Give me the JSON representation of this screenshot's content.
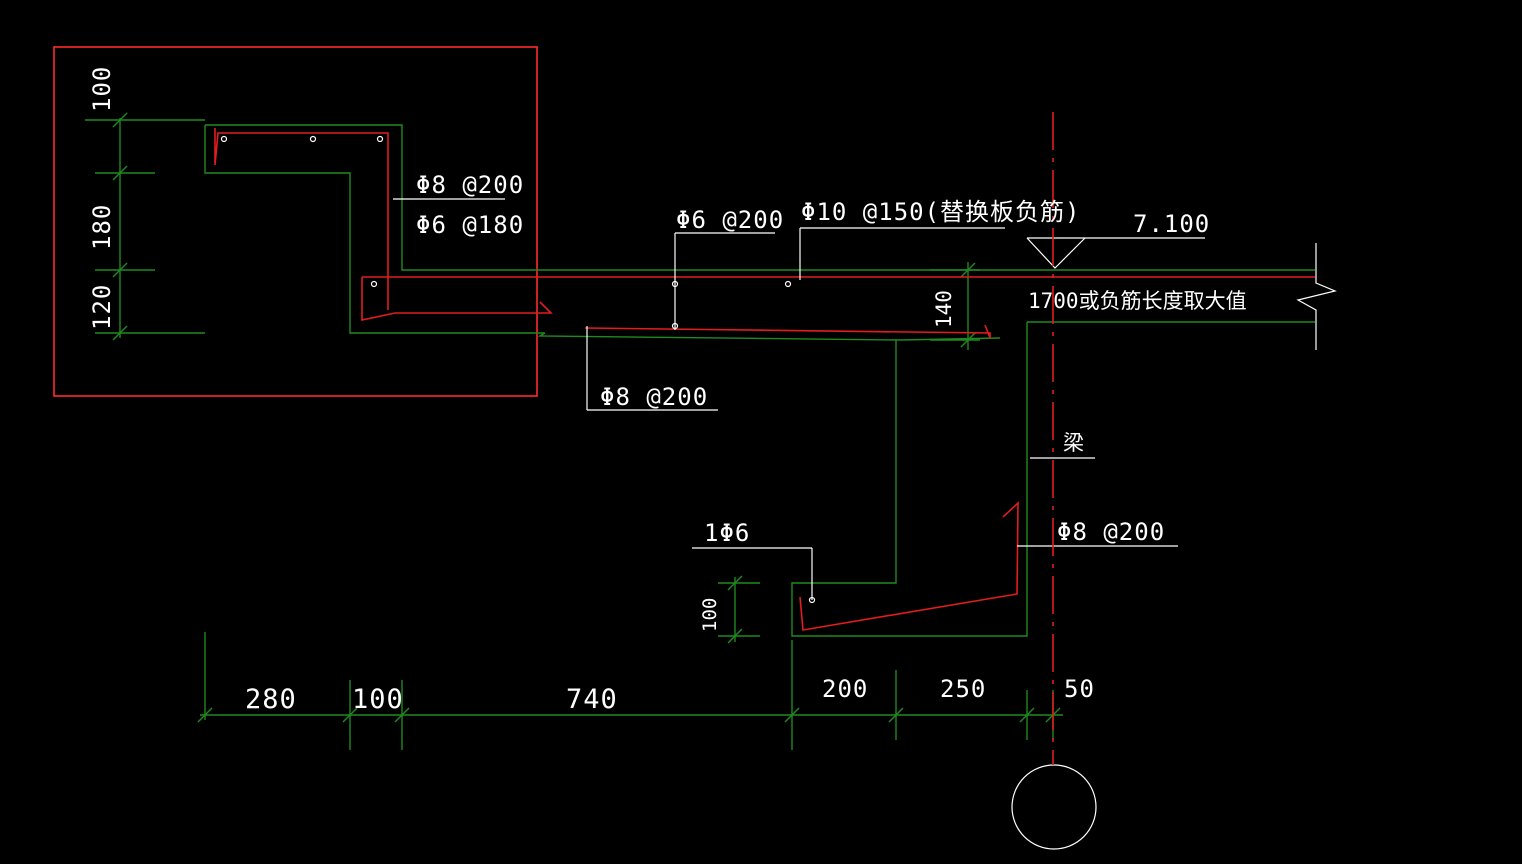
{
  "colors": {
    "background": "#000000",
    "structure_line": "#1f8a1f",
    "rebar_line": "#e11d1d",
    "annotation_line": "#ffffff",
    "highlight_box": "#ff2a2a"
  },
  "rebar_labels": {
    "upper_cantilever_top": "Φ8 @200",
    "upper_cantilever_bottom": "Φ6 @180",
    "slab_distribution": "Φ6 @200",
    "slab_negative": "Φ10 @150(替换板负筋)",
    "slab_bottom": "Φ8 @200",
    "beam_stirrup": "Φ8 @200",
    "gutter_bar": "1Φ6"
  },
  "notes": {
    "negative_bar_length": "1700或负筋长度取大值",
    "beam": "梁"
  },
  "elevation": {
    "value": "7.100"
  },
  "dimensions": {
    "vertical_left": [
      "100",
      "180",
      "120"
    ],
    "slab_thickness": "140",
    "gutter_height": "100",
    "horizontal": [
      "280",
      "100",
      "740",
      "200",
      "250",
      "50"
    ]
  },
  "icons": {
    "elevation_marker": "triangle-elevation-icon",
    "break_line": "break-line-icon",
    "axis_bubble": "axis-circle-icon"
  }
}
